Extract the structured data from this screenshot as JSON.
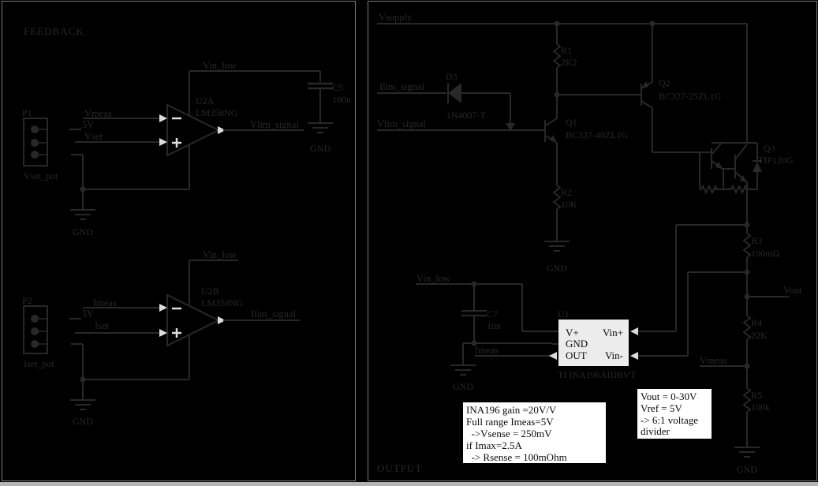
{
  "colors": {
    "background": "#000000",
    "schematic_stroke": "#282828",
    "sheet_border": "#7a7a7a",
    "highlight": "#dcdcdc",
    "note_box_fill": "#ffffff",
    "ic_box_fill": "#ececec",
    "scrollbar": "#b4b4b4"
  },
  "nets": {
    "vsupply": "Vsupply",
    "vin_low": "Vin_low",
    "vmeas": "Vmeas",
    "vset": "Vset",
    "iset": "Iset",
    "imeas": "Imeas",
    "v5": "5V",
    "vlim": "Vlim_signal",
    "ilim": "Ilim_signal",
    "vout": "Vout",
    "gnd": "GND"
  },
  "left_sheet": {
    "title": "FEEDBACK",
    "p1": {
      "ref": "P1",
      "value": "Vset_pot"
    },
    "p2": {
      "ref": "P2",
      "value": "Iset_pot"
    },
    "u2a": {
      "ref": "U2A",
      "part": "LM358NG"
    },
    "u2b": {
      "ref": "U2B",
      "part": "LM358NG"
    },
    "c5": {
      "ref": "C5",
      "value": "100n"
    }
  },
  "right_sheet": {
    "title": "OUTPUT",
    "r1": {
      "ref": "R1",
      "value": "2K2"
    },
    "r2": {
      "ref": "R2",
      "value": "10K"
    },
    "r3": {
      "ref": "R3",
      "value": "100mΩ"
    },
    "r4": {
      "ref": "R4",
      "value": "22K"
    },
    "r5": {
      "ref": "R5",
      "value": "100k"
    },
    "c7": {
      "ref": "C7",
      "value": "10n"
    },
    "d3": {
      "ref": "D3",
      "value": "1N4007-T"
    },
    "q1": {
      "ref": "Q1",
      "value": "BC337-40ZL1G"
    },
    "q2": {
      "ref": "Q2",
      "value": "BC327-25ZL1G"
    },
    "q3": {
      "ref": "Q3",
      "value": "TIP120G"
    },
    "u1": {
      "ref": "U1",
      "part": "TI INA196AIDBVT",
      "pin_vplus": "V+",
      "pin_gnd": "GND",
      "pin_out": "OUT",
      "pin_vinp": "Vin+",
      "pin_vinn": "Vin-"
    },
    "note_ina196": {
      "lines": [
        "INA196 gain =20V/V",
        "Full range Imeas=5V",
        "  ->Vsense = 250mV",
        "if Imax=2.5A",
        "  -> Rsense = 100mOhm"
      ]
    },
    "note_divider": {
      "lines": [
        "Vout = 0-30V",
        "Vref = 5V",
        "-> 6:1 voltage",
        "divider"
      ]
    }
  }
}
